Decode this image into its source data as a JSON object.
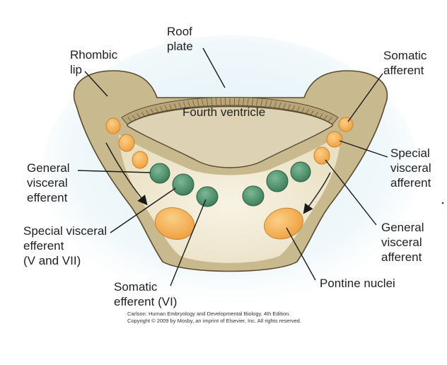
{
  "labels": {
    "roof_plate_1": "Roof",
    "roof_plate_2": "plate",
    "rhombic_lip_1": "Rhombic",
    "rhombic_lip_2": "lip",
    "somatic_afferent_1": "Somatic",
    "somatic_afferent_2": "afferent",
    "fourth_ventricle": "Fourth ventricle",
    "general_visceral_efferent_1": "General",
    "general_visceral_efferent_2": "visceral",
    "general_visceral_efferent_3": "efferent",
    "special_visceral_afferent_1": "Special",
    "special_visceral_afferent_2": "visceral",
    "special_visceral_afferent_3": "afferent",
    "special_visceral_efferent_1": "Special visceral",
    "special_visceral_efferent_2": "efferent",
    "special_visceral_efferent_3": "(V and VII)",
    "general_visceral_afferent_1": "General",
    "general_visceral_afferent_2": "visceral",
    "general_visceral_afferent_3": "afferent",
    "pontine_nuclei": "Pontine nuclei",
    "somatic_efferent_1": "Somatic",
    "somatic_efferent_2": "efferent (VI)"
  },
  "credit": {
    "line1": "Carlson: Human Embryology and Developmental Biology, 4th Edition.",
    "line2": "Copyright © 2009 by Mosby, an imprint of Elsevier, Inc. All rights reserved."
  },
  "colors": {
    "tissue_fill": "#c9b98f",
    "tissue_stroke": "#5a4a2e",
    "inner_zone": "#f3ecd6",
    "ventricle_fill": "#ddd2b3",
    "roof_plate": "#b7a478",
    "efferent_nucleus": "#4f8f6b",
    "afferent_nucleus": "#f4b25a",
    "glow": "#dbeef5"
  }
}
